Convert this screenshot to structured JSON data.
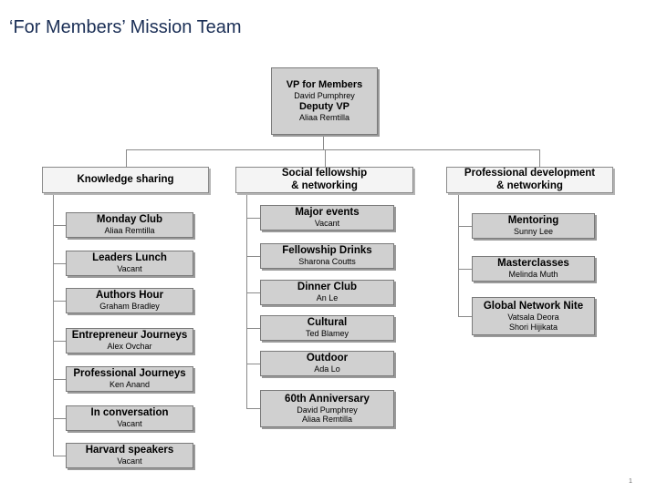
{
  "title": "‘For Members’ Mission Team",
  "page_number": "1",
  "vp": {
    "role": "VP for Members",
    "name": "David Pumphrey",
    "deputy_role": "Deputy VP",
    "deputy_name": "Aliaa Remtilla"
  },
  "columns": [
    {
      "heading_lines": [
        "Knowledge sharing"
      ],
      "items": [
        {
          "title": "Monday Club",
          "lines": [
            "Aliaa Remtilla"
          ]
        },
        {
          "title": "Leaders Lunch",
          "lines": [
            "Vacant"
          ]
        },
        {
          "title": "Authors Hour",
          "lines": [
            "Graham Bradley"
          ]
        },
        {
          "title": "Entrepreneur Journeys",
          "lines": [
            "Alex Ovchar"
          ]
        },
        {
          "title": "Professional Journeys",
          "lines": [
            "Ken Anand"
          ]
        },
        {
          "title": "In conversation",
          "lines": [
            "Vacant"
          ]
        },
        {
          "title": "Harvard speakers",
          "lines": [
            "Vacant"
          ]
        }
      ]
    },
    {
      "heading_lines": [
        "Social fellowship",
        "& networking"
      ],
      "items": [
        {
          "title": "Major events",
          "lines": [
            "Vacant"
          ]
        },
        {
          "title": "Fellowship Drinks",
          "lines": [
            "Sharona Coutts"
          ]
        },
        {
          "title": "Dinner Club",
          "lines": [
            "An Le"
          ]
        },
        {
          "title": "Cultural",
          "lines": [
            "Ted Blamey"
          ]
        },
        {
          "title": "Outdoor",
          "lines": [
            "Ada Lo"
          ]
        },
        {
          "title": "60th Anniversary",
          "lines": [
            "David Pumphrey",
            "Aliaa Remtilla"
          ]
        }
      ]
    },
    {
      "heading_lines": [
        "Professional development",
        "& networking"
      ],
      "items": [
        {
          "title": "Mentoring",
          "lines": [
            "Sunny Lee"
          ]
        },
        {
          "title": "Masterclasses",
          "lines": [
            "Melinda Muth"
          ]
        },
        {
          "title": "Global Network Nite",
          "lines": [
            "Vatsala Deora",
            "Shori Hijikata"
          ]
        }
      ]
    }
  ]
}
